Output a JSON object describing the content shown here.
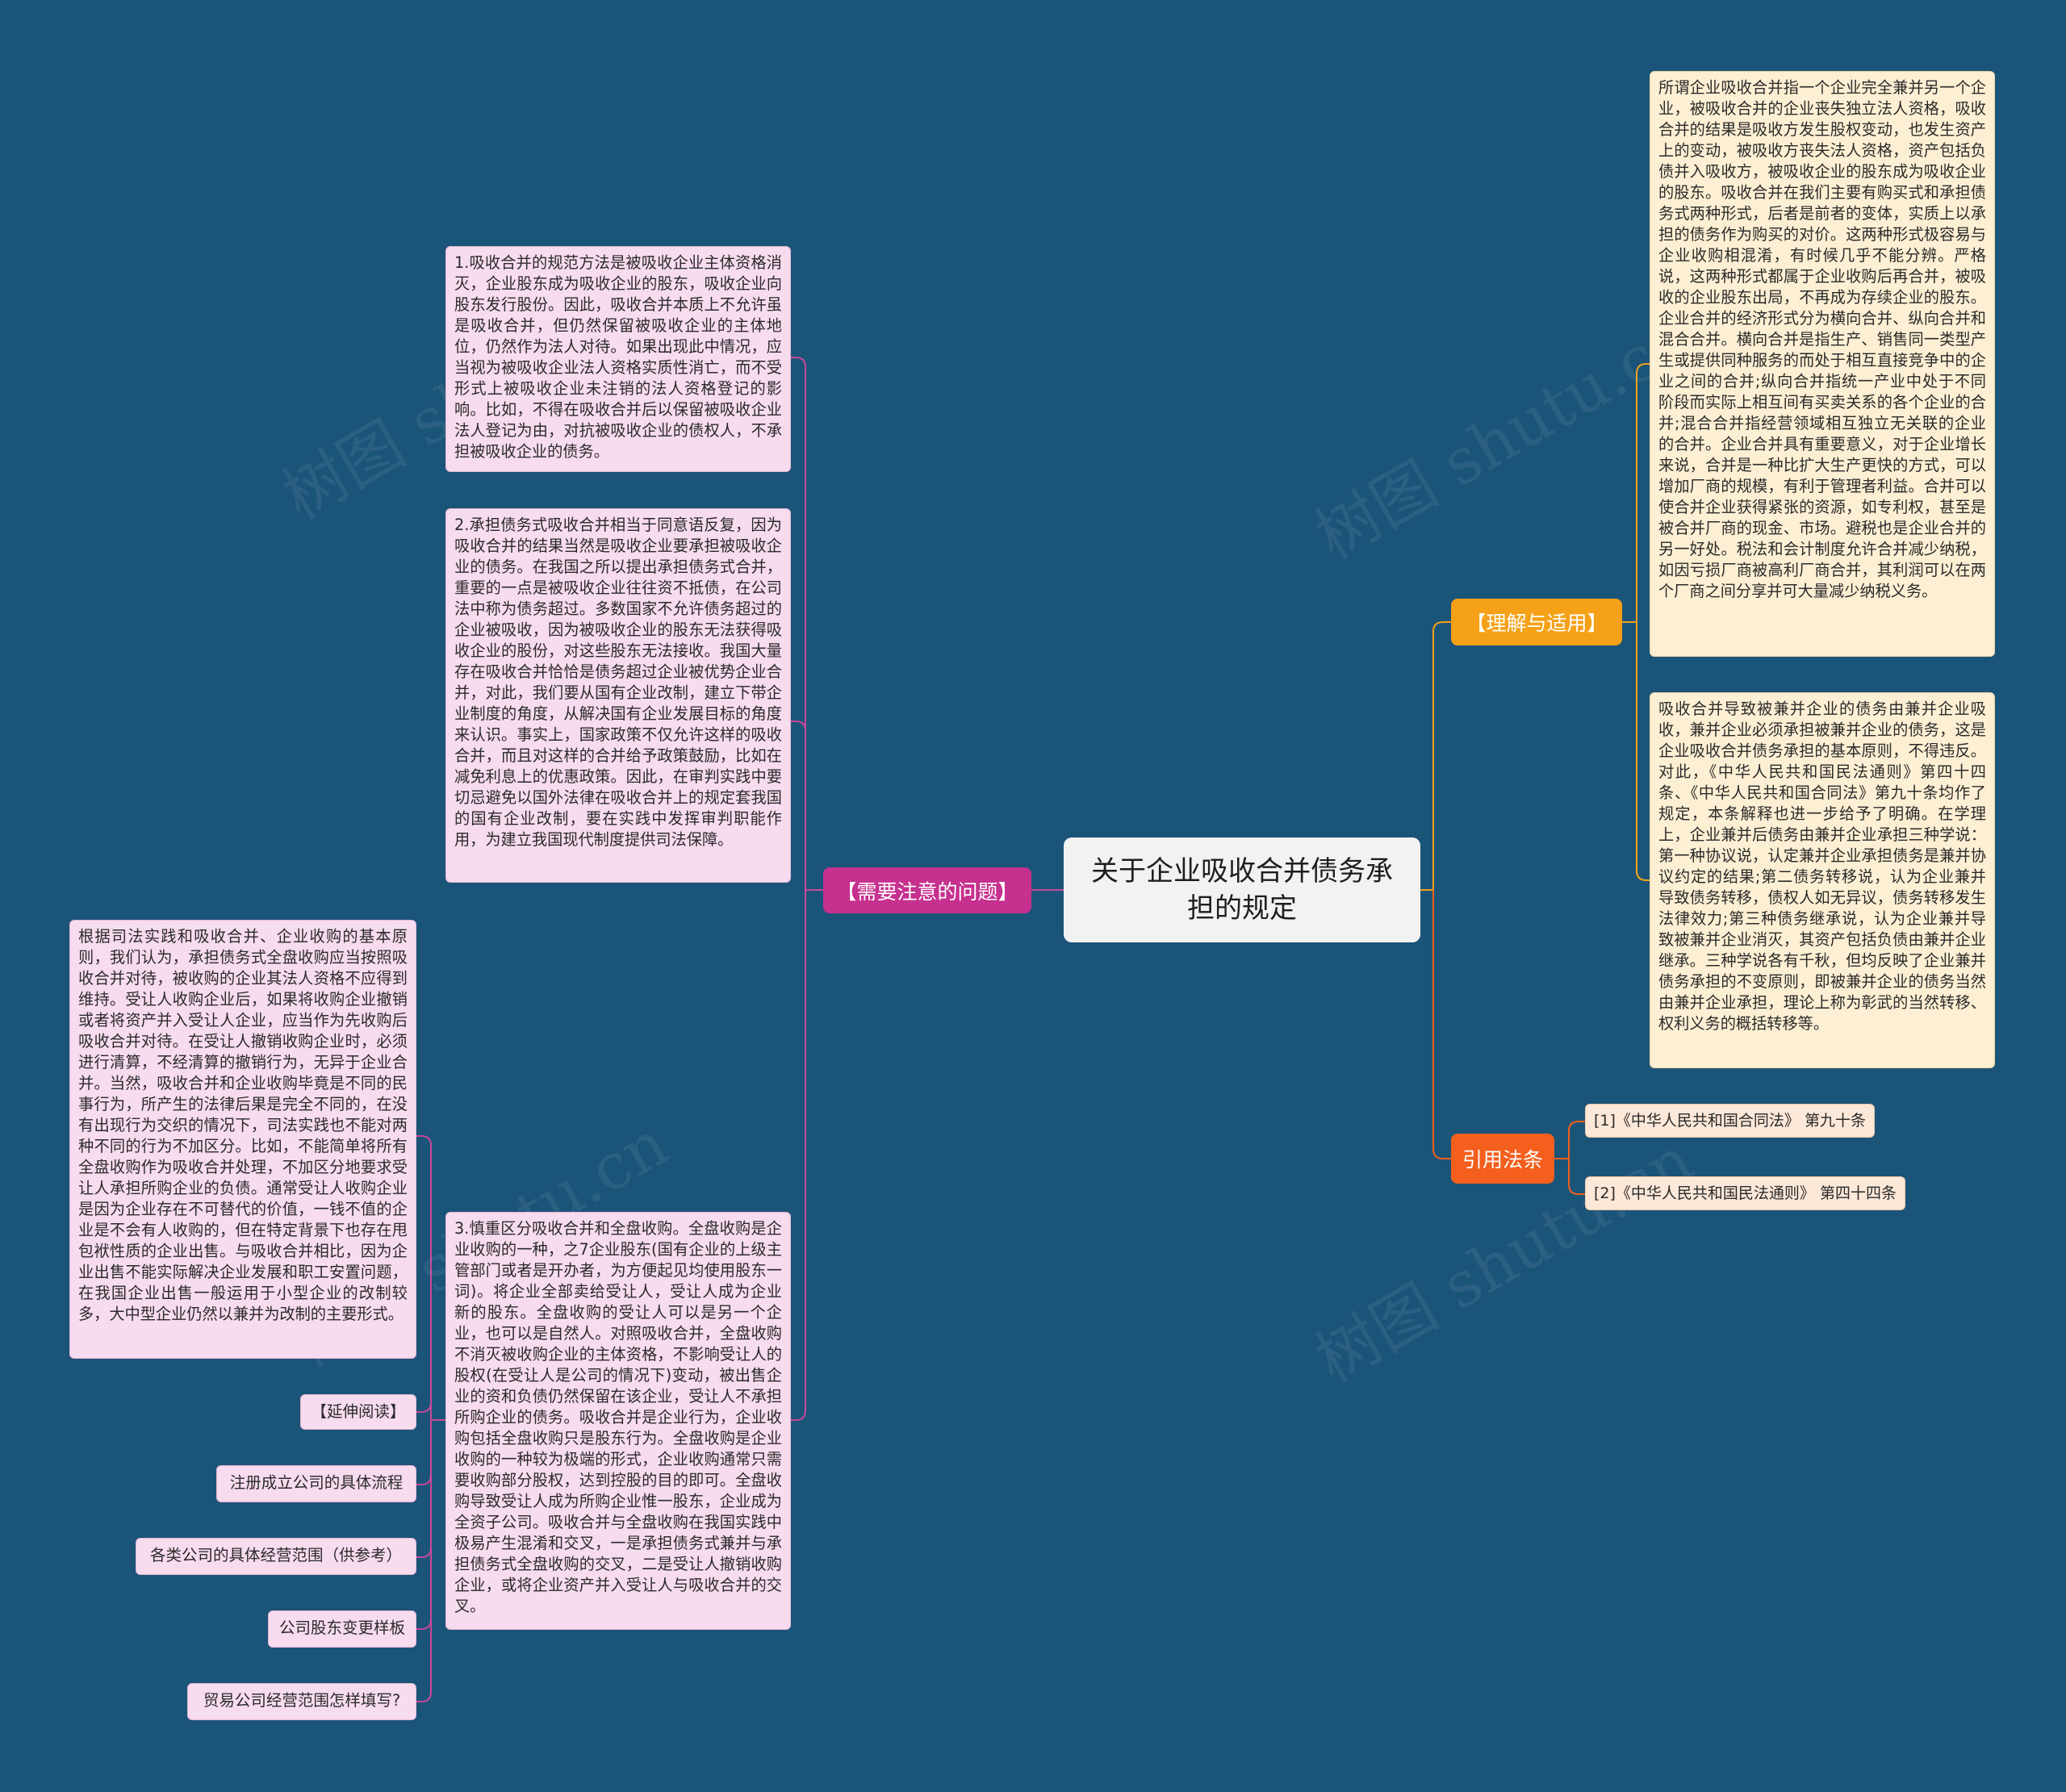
{
  "colors": {
    "background": "#1b5479",
    "branch_left": "#c6308e",
    "branch_right_top": "#f5a117",
    "branch_right_bottom": "#f45f1d",
    "line_left": "#c9489a",
    "line_right": "#f5a117"
  },
  "root": {
    "title": "关于企业吸收合并债务承担的规定"
  },
  "left_branch": {
    "label": "【需要注意的问题】",
    "items": [
      "1.吸收合并的规范方法是被吸收企业主体资格消灭，企业股东成为吸收企业的股东，吸收企业向股东发行股份。因此，吸收合并本质上不允许虽是吸收合并，但仍然保留被吸收企业的主体地位，仍然作为法人对待。如果出现此中情况，应当视为被吸收企业法人资格实质性消亡，而不受形式上被吸收企业未注销的法人资格登记的影响。比如，不得在吸收合并后以保留被吸收企业法人登记为由，对抗被吸收企业的债权人，不承担被吸收企业的债务。",
      "2.承担债务式吸收合并相当于同意语反复，因为吸收合并的结果当然是吸收企业要承担被吸收企业的债务。在我国之所以提出承担债务式合并，重要的一点是被吸收企业往往资不抵债，在公司法中称为债务超过。多数国家不允许债务超过的企业被吸收，因为被吸收企业的股东无法获得吸收企业的股份，对这些股东无法接收。我国大量存在吸收合并恰恰是债务超过企业被优势企业合并，对此，我们要从国有企业改制，建立下带企业制度的角度，从解决国有企业发展目标的角度来认识。事实上，国家政策不仅允许这样的吸收合并，而且对这样的合并给予政策鼓励，比如在减免利息上的优惠政策。因此，在审判实践中要切忌避免以国外法律在吸收合并上的规定套我国的国有企业改制，要在实践中发挥审判职能作用，为建立我国现代制度提供司法保障。",
      "3.慎重区分吸收合并和全盘收购。全盘收购是企业收购的一种，之7企业股东(国有企业的上级主管部门或者是开办者，为方便起见均使用股东一词)。将企业全部卖给受让人，受让人成为企业新的股东。全盘收购的受让人可以是另一个企业，也可以是自然人。对照吸收合并，全盘收购不消灭被收购企业的主体资格，不影响受让人的股权(在受让人是公司的情况下)变动，被出售企业的资和负债仍然保留在该企业，受让人不承担所购企业的债务。吸收合并是企业行为，企业收购包括全盘收购只是股东行为。全盘收购是企业收购的一种较为极端的形式，企业收购通常只需要收购部分股权，达到控股的目的即可。全盘收购导致受让人成为所购企业惟一股东，企业成为全资子公司。吸收合并与全盘收购在我国实践中极易产生混淆和交叉，一是承担债务式兼并与承担债务式全盘收购的交叉，二是受让人撤销收购企业，或将企业资产并入受让人与吸收合并的交叉。"
    ],
    "sub_items": [
      "根据司法实践和吸收合并、企业收购的基本原则，我们认为，承担债务式全盘收购应当按照吸收合并对待，被收购的企业其法人资格不应得到维持。受让人收购企业后，如果将收购企业撤销或者将资产并入受让人企业，应当作为先收购后吸收合并对待。在受让人撤销收购企业时，必须进行清算，不经清算的撤销行为，无异于企业合并。当然，吸收合并和企业收购毕竟是不同的民事行为，所产生的法律后果是完全不同的，在没有出现行为交织的情况下，司法实践也不能对两种不同的行为不加区分。比如，不能简单将所有全盘收购作为吸收合并处理，不加区分地要求受让人承担所购企业的负债。通常受让人收购企业是因为企业存在不可替代的价值，一钱不值的企业是不会有人收购的，但在特定背景下也存在甩包袱性质的企业出售。与吸收合并相比，因为企业出售不能实际解决企业发展和职工安置问题，在我国企业出售一般运用于小型企业的改制较多，大中型企业仍然以兼并为改制的主要形式。",
      "【延伸阅读】",
      "注册成立公司的具体流程",
      "各类公司的具体经营范围（供参考）",
      "公司股东变更样板",
      "贸易公司经营范围怎样填写?"
    ]
  },
  "right_top_branch": {
    "label": "【理解与适用】",
    "items": [
      "所谓企业吸收合并指一个企业完全兼并另一个企业，被吸收合并的企业丧失独立法人资格，吸收合并的结果是吸收方发生股权变动，也发生资产上的变动，被吸收方丧失法人资格，资产包括负债并入吸收方，被吸收企业的股东成为吸收企业的股东。吸收合并在我们主要有购买式和承担债务式两种形式，后者是前者的变体，实质上以承担的债务作为购买的对价。这两种形式极容易与企业收购相混淆，有时候几乎不能分辨。严格说，这两种形式都属于企业收购后再合并，被吸收的企业股东出局，不再成为存续企业的股东。企业合并的经济形式分为横向合并、纵向合并和混合合并。横向合并是指生产、销售同一类型产生或提供同种服务的而处于相互直接竞争中的企业之间的合并;纵向合并指统一产业中处于不同阶段而实际上相互间有买卖关系的各个企业的合并;混合合并指经营领域相互独立无关联的企业的合并。企业合并具有重要意义，对于企业增长来说，合并是一种比扩大生产更快的方式，可以增加厂商的规模，有利于管理者利益。合并可以使合并企业获得紧张的资源，如专利权，甚至是被合并厂商的现金、市场。避税也是企业合并的另一好处。税法和会计制度允许合并减少纳税，如因亏损厂商被高利厂商合并，其利润可以在两个厂商之间分享并可大量减少纳税义务。",
      "吸收合并导致被兼并企业的债务由兼并企业吸收，兼并企业必须承担被兼并企业的债务，这是企业吸收合并债务承担的基本原则，不得违反。对此，《中华人民共和国民法通则》第四十四条、《中华人民共和国合同法》第九十条均作了规定，本条解释也进一步给予了明确。在学理上，企业兼并后债务由兼并企业承担三种学说：第一种协议说，认定兼并企业承担债务是兼并协议约定的结果;第二债务转移说，认为企业兼并导致债务转移，债权人如无异议，债务转移发生法律效力;第三种债务继承说，认为企业兼并导致被兼并企业消灭，其资产包括负债由兼并企业继承。三种学说各有千秋，但均反映了企业兼并债务承担的不变原则，即被兼并企业的债务当然由兼并企业承担，理论上称为彰武的当然转移、权利义务的概括转移等。"
    ]
  },
  "right_bottom_branch": {
    "label": "引用法条",
    "items": [
      "[1]《中华人民共和国合同法》 第九十条",
      "[2]《中华人民共和国民法通则》 第四十四条"
    ]
  },
  "watermarks": [
    "树图 shutu.cn",
    "树图 shutu.cn",
    "树图 shutu.cn",
    "树图 shutu.cn"
  ]
}
